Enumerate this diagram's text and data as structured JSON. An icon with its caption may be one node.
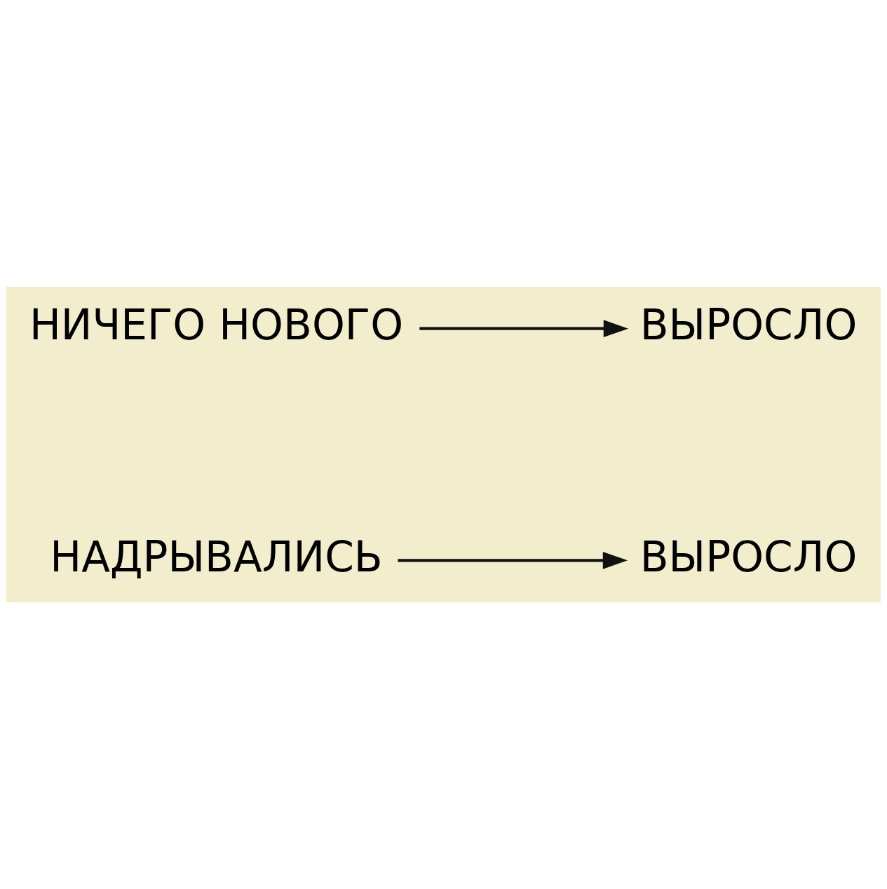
{
  "diagram": {
    "nodes": [
      {
        "text": [
          "НАДРЫВАЛИСЬ"
        ]
      },
      {
        "text": [
          "ВЫРОСЛО"
        ]
      },
      {
        "text": [
          "НИЧЕГО НОВОГО"
        ]
      },
      {
        "text": [
          "ВЫРОСЛО"
        ]
      }
    ],
    "edges": [
      {
        "from": 0,
        "to": 1,
        "arrow": "to"
      },
      {
        "from": 2,
        "to": 3,
        "arrow": "to"
      }
    ]
  }
}
